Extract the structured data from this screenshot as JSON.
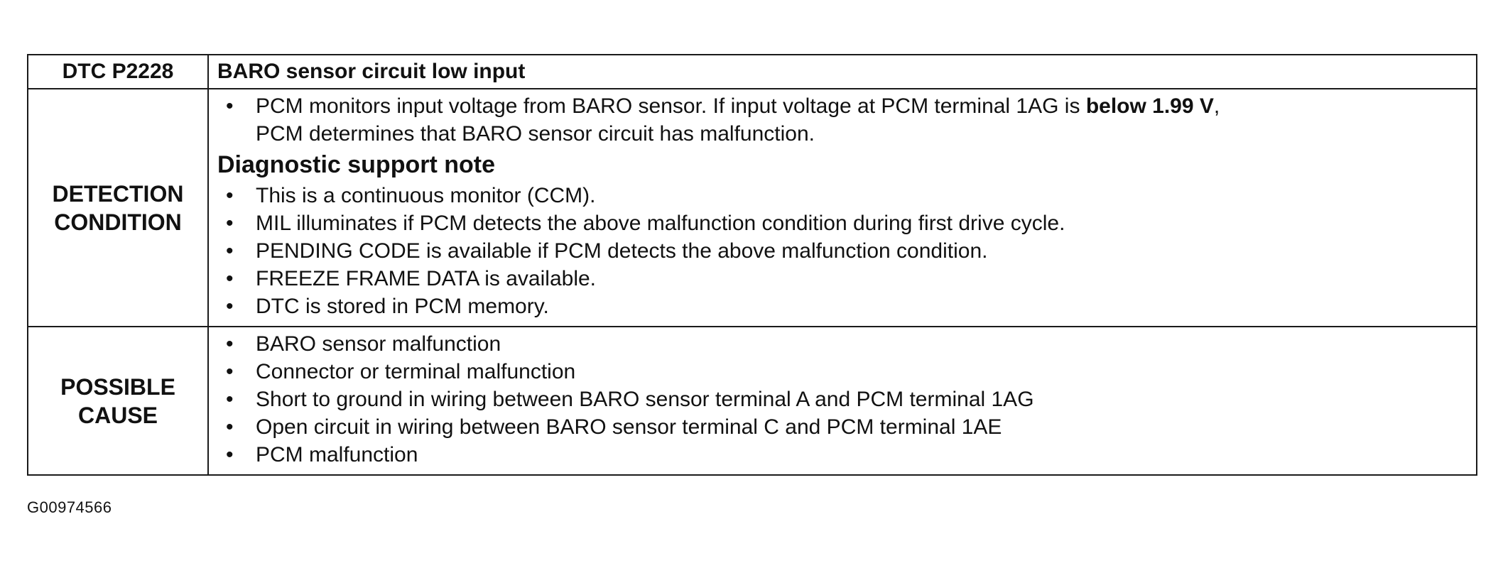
{
  "table": {
    "header": {
      "code": "DTC P2228",
      "title": "BARO sensor circuit low input"
    },
    "detection": {
      "label_line1": "DETECTION",
      "label_line2": "CONDITION",
      "intro_text_before": "PCM monitors input voltage from BARO sensor. If input voltage at PCM terminal 1AG is ",
      "intro_text_bold": "below 1.99 V",
      "intro_text_after": ",",
      "intro_text_line2": "PCM determines that BARO sensor circuit has malfunction.",
      "support_heading": "Diagnostic support note",
      "support_items": [
        "This is a continuous monitor (CCM).",
        "MIL illuminates if PCM detects the above malfunction condition during first drive cycle.",
        "PENDING CODE is available if PCM detects the above malfunction condition.",
        "FREEZE FRAME DATA is available.",
        "DTC is stored in PCM memory."
      ]
    },
    "possible_cause": {
      "label_line1": "POSSIBLE",
      "label_line2": "CAUSE",
      "items": [
        "BARO sensor malfunction",
        "Connector or terminal malfunction",
        "Short to ground in wiring between BARO sensor terminal A and PCM terminal 1AG",
        "Open circuit in wiring between BARO sensor terminal C and PCM terminal 1AE",
        "PCM malfunction"
      ]
    }
  },
  "figure_id": "G00974566"
}
